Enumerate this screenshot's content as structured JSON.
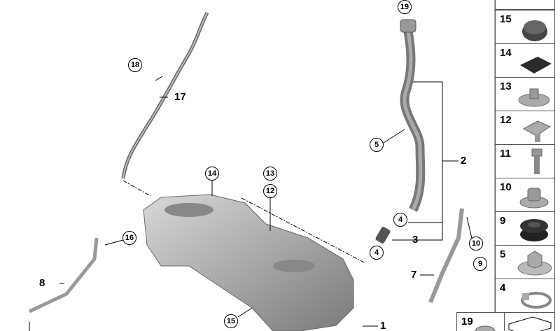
{
  "diagram": {
    "callouts_circled": [
      {
        "id": "c19",
        "label": "19"
      },
      {
        "id": "c18",
        "label": "18"
      },
      {
        "id": "c5",
        "label": "5"
      },
      {
        "id": "c14",
        "label": "14"
      },
      {
        "id": "c13",
        "label": "13"
      },
      {
        "id": "c12",
        "label": "12"
      },
      {
        "id": "c4a",
        "label": "4"
      },
      {
        "id": "c16",
        "label": "16"
      },
      {
        "id": "c4b",
        "label": "4"
      },
      {
        "id": "c10",
        "label": "10"
      },
      {
        "id": "c9",
        "label": "9"
      },
      {
        "id": "c15",
        "label": "15"
      }
    ],
    "callouts_plain": [
      {
        "id": "p17",
        "label": "17"
      },
      {
        "id": "p2",
        "label": "2"
      },
      {
        "id": "p3",
        "label": "3"
      },
      {
        "id": "p8",
        "label": "8"
      },
      {
        "id": "p7",
        "label": "7"
      },
      {
        "id": "p1",
        "label": "1"
      }
    ],
    "parts_legend": [
      {
        "number": "15",
        "part": "rubber-plug-icon"
      },
      {
        "number": "14",
        "part": "foam-pad-icon"
      },
      {
        "number": "13",
        "part": "flange-nut-icon"
      },
      {
        "number": "12",
        "part": "clip-nut-icon"
      },
      {
        "number": "11",
        "part": "screw-icon"
      },
      {
        "number": "10",
        "part": "collar-nut-icon"
      },
      {
        "number": "9",
        "part": "grommet-icon"
      },
      {
        "number": "5",
        "part": "hex-flange-nut-icon"
      },
      {
        "number": "4",
        "part": "hose-clamp-icon"
      },
      {
        "number": "19",
        "part": "nut-icon"
      }
    ]
  }
}
